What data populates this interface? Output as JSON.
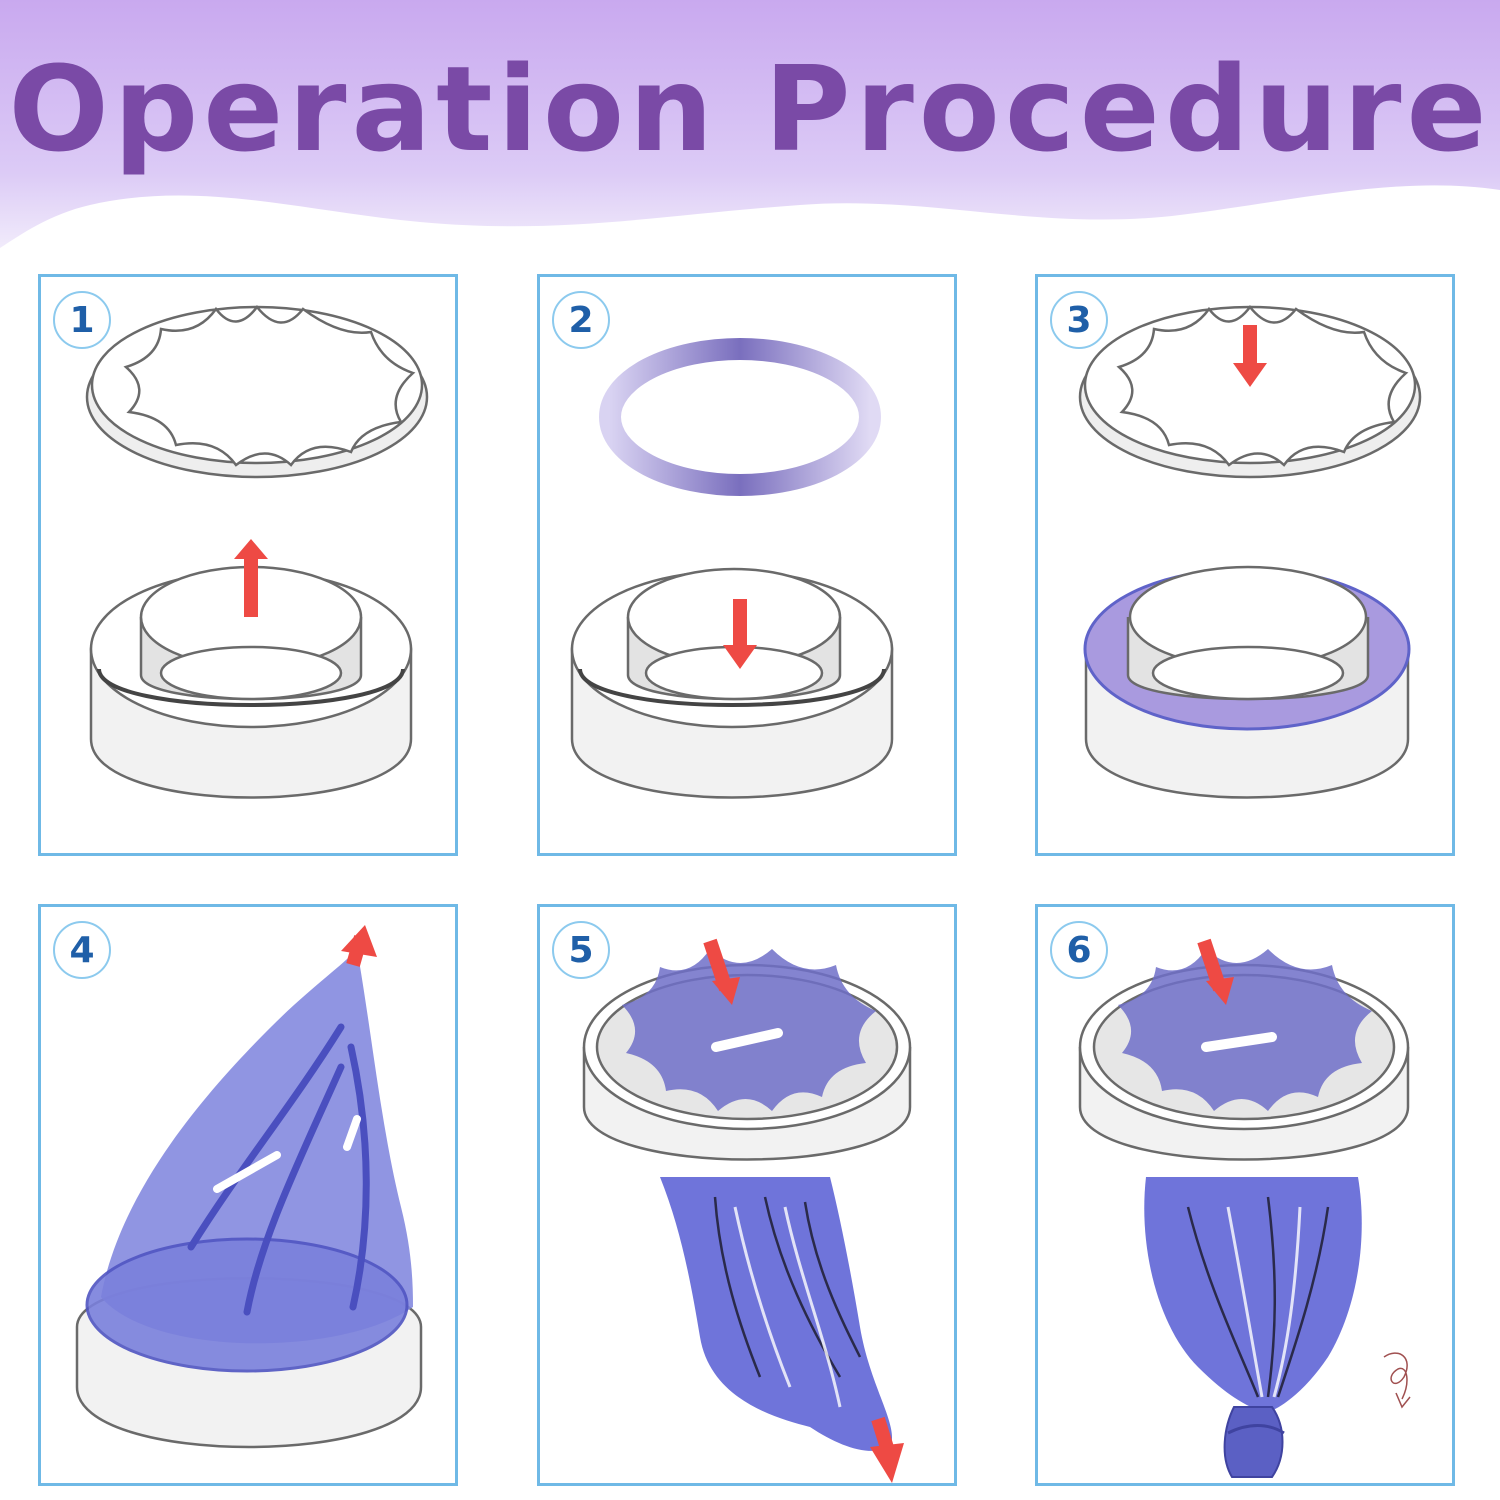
{
  "title": "Operation Procedure",
  "colors": {
    "title": "#7a4aa6",
    "banner_top": "#cdb0ef",
    "banner_bottom": "#e6dbf8",
    "panel_border": "#6fb9e6",
    "bag_blue": "#6f74da",
    "arrow_red": "#ee4a44"
  },
  "steps": [
    {
      "number": "1",
      "illustration": "lift-inner-lid-icon"
    },
    {
      "number": "2",
      "illustration": "purple-ring-insert-icon"
    },
    {
      "number": "3",
      "illustration": "ring-seated-lid-drop-icon"
    },
    {
      "number": "4",
      "illustration": "pull-bag-up-icon"
    },
    {
      "number": "5",
      "illustration": "push-bag-through-icon"
    },
    {
      "number": "6",
      "illustration": "tie-bag-knot-icon"
    }
  ]
}
